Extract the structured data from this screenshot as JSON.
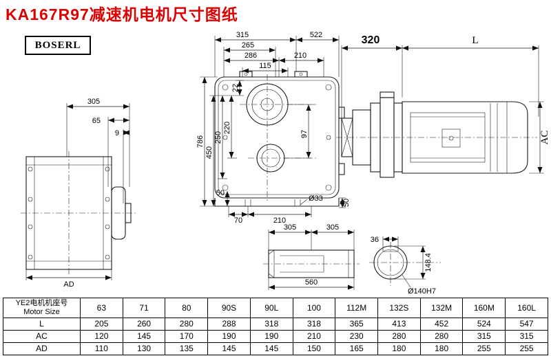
{
  "title": "KA167R97减速机电机尺寸图纸",
  "logo": "BOSERL",
  "dims": {
    "top_315": "315",
    "top_522": "522",
    "top_265": "265",
    "top_286": "286",
    "top_210": "210",
    "top_115": "115",
    "left_786": "786",
    "left_450": "450",
    "left_250": "250",
    "left_220": "220",
    "left_22": "22",
    "inner_97": "97",
    "bottom_50_left": "50",
    "bottom_70": "70",
    "bottom_210": "210",
    "bottom_dia33": "Ø33",
    "bottom_50_right": "50",
    "side_305": "305",
    "side_65": "65",
    "side_9": "9",
    "side_ad": "AD",
    "motor_320": "320",
    "motor_l": "L",
    "motor_ac": "AC",
    "shaft_305_a": "305",
    "shaft_305_b": "305",
    "shaft_560": "560",
    "key_36": "36",
    "key_148_4": "148.4",
    "bore_dia140": "Ø140H7"
  },
  "table": {
    "header_cn": "YE2电机机座号",
    "header_en": "Motor Size",
    "sizes": [
      "63",
      "71",
      "80",
      "90S",
      "90L",
      "100",
      "112M",
      "132S",
      "132M",
      "160M",
      "160L"
    ],
    "rows": [
      {
        "label": "L",
        "values": [
          "205",
          "260",
          "280",
          "288",
          "318",
          "318",
          "365",
          "413",
          "452",
          "524",
          "547"
        ]
      },
      {
        "label": "AC",
        "values": [
          "120",
          "145",
          "170",
          "190",
          "190",
          "210",
          "230",
          "280",
          "280",
          "315",
          "315"
        ]
      },
      {
        "label": "AD",
        "values": [
          "110",
          "130",
          "135",
          "145",
          "145",
          "150",
          "165",
          "180",
          "180",
          "255",
          "255"
        ]
      }
    ]
  }
}
